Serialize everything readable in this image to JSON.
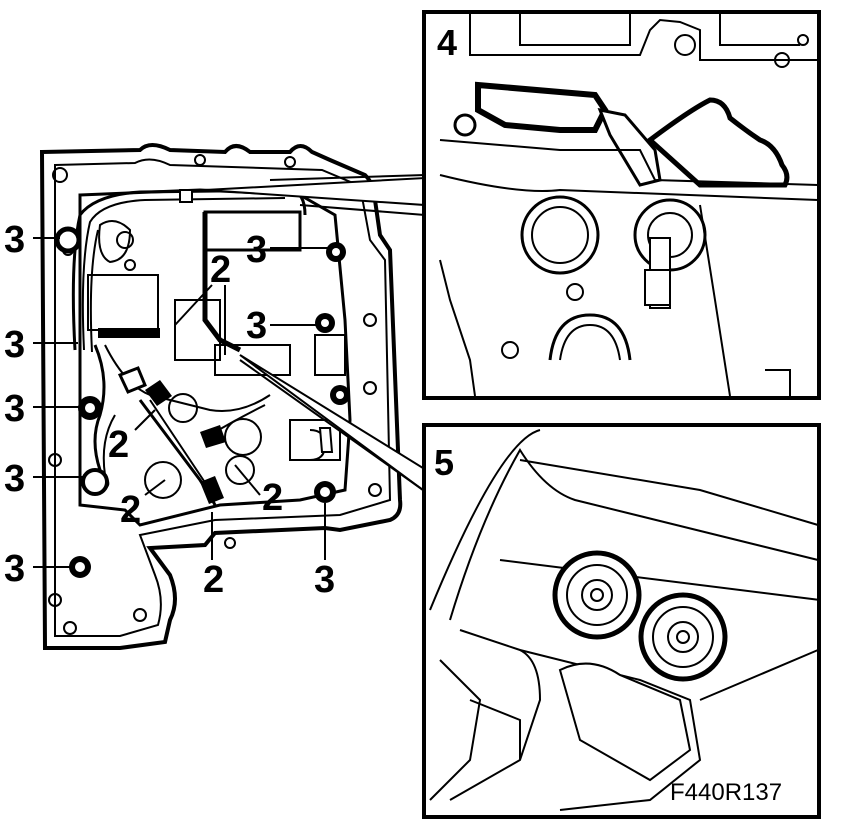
{
  "figure_code": "F440R137",
  "inset_top_number": "4",
  "inset_bottom_number": "5",
  "callouts": {
    "left_3a": "3",
    "left_3b": "3",
    "left_3c": "3",
    "left_3d": "3",
    "left_3e": "3",
    "inner_3a": "3",
    "inner_3b": "3",
    "bottom_3": "3",
    "two_top": "2",
    "two_left_mid": "2",
    "two_left_low": "2",
    "two_right": "2",
    "two_bottom": "2"
  }
}
